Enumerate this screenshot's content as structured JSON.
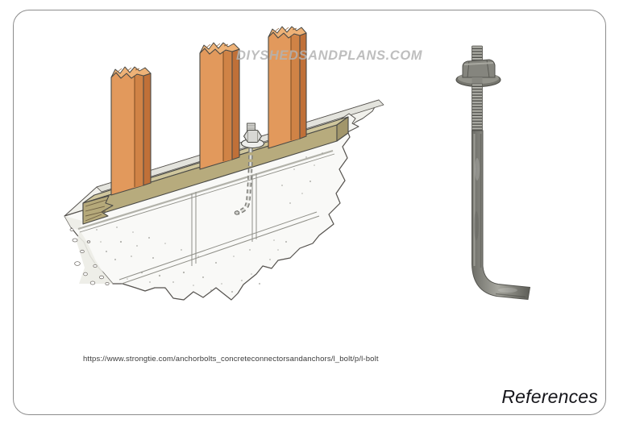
{
  "page": {
    "background_color": "#ffffff",
    "card_border_color": "#8d8d8d"
  },
  "watermark": {
    "text": "DIYSHEDSANDPLANS.COM",
    "color": "#b3b3b3"
  },
  "citation": {
    "url": "https://www.strongtie.com/anchorbolts_concreteconnectorsandanchors/l_bolt/p/l-bolt"
  },
  "footer": {
    "label": "References"
  },
  "figures": {
    "installation_diagram": {
      "name": "anchor-bolt-installation-diagram",
      "description": "Isometric drawing of three wood studs on a sill plate anchored to a concrete foundation with an L-bolt (hidden bolt shown dashed)",
      "colors": {
        "stud_front": "#e2995c",
        "stud_shade": "#d08346",
        "stud_side": "#c07038",
        "sill_top": "#cfc69d",
        "sill_front": "#b7ab7d",
        "concrete_face": "#f9f9f7",
        "outline": "#4a4a46"
      }
    },
    "l_bolt_photo": {
      "name": "l-bolt-product-photo",
      "description": "Galvanized steel L-shaped anchor bolt with hex nut and washer",
      "colors": {
        "steel_light": "#b9b9b1",
        "steel_mid": "#90908a",
        "steel_dark": "#4e4e49"
      }
    }
  }
}
